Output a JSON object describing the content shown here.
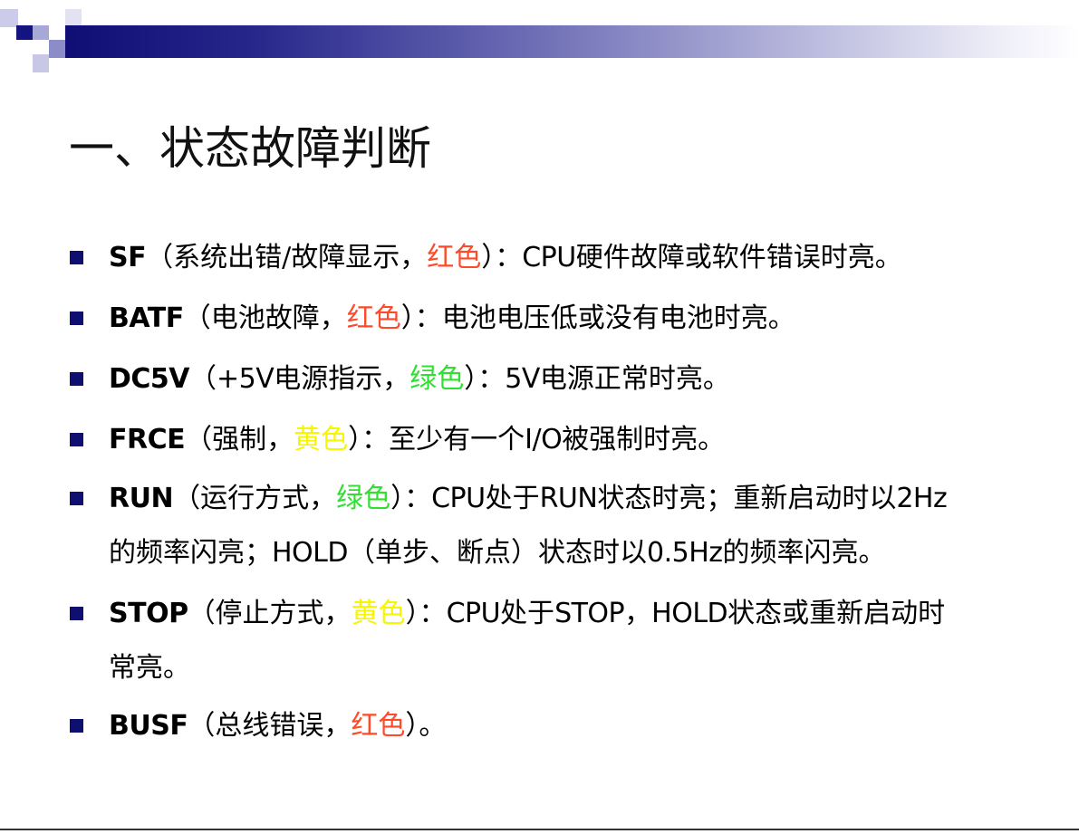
{
  "slide": {
    "title": "一、状态故障判断",
    "items": [
      {
        "code": "SF",
        "desc_open": "（系统出错/故障显示，",
        "color_label": "红色",
        "color": "#ff4a2a",
        "desc_close": "）：",
        "text_a": "CPU",
        "text_b": "硬件故障或软件错误时亮。"
      },
      {
        "code": "BATF",
        "desc_open": "（电池故障，",
        "color_label": "红色",
        "color": "#ff4a2a",
        "desc_close": "）：",
        "text_b": "电池电压低或没有电池时亮。"
      },
      {
        "code": "DC5V",
        "desc_open_a": "（",
        "desc_open_lat": "+5V",
        "desc_open_b": "电源指示，",
        "color_label": "绿色",
        "color": "#30e030",
        "desc_close": "）：",
        "text_a": "5V",
        "text_b": "电源正常时亮。"
      },
      {
        "code": "FRCE",
        "desc_open": "（强制，",
        "color_label": "黄色",
        "color": "#f6f600",
        "desc_close": "）：",
        "text_b1": "至少有一个",
        "text_lat": "I/O",
        "text_b2": "被强制时亮。"
      },
      {
        "code": "RUN",
        "desc_open": "（运行方式，",
        "color_label": "绿色",
        "color": "#30e030",
        "desc_close": "）：",
        "l1_a": "CPU",
        "l1_b": "处于",
        "l1_c": "RUN",
        "l1_d": "状态时亮；重新启动时以",
        "l1_e": "2Hz",
        "l2_a": "的频率闪亮；",
        "l2_b": "HOLD",
        "l2_c": "（单步、断点）状态时以",
        "l2_d": "0.5Hz",
        "l2_e": "的频率闪亮。"
      },
      {
        "code": "STOP",
        "desc_open": "（停止方式，",
        "color_label": "黄色",
        "color": "#f6f600",
        "desc_close": "）：",
        "l1_a": "CPU",
        "l1_b": "处于",
        "l1_c": "STOP",
        "l1_d": "，",
        "l1_e": "HOLD",
        "l1_f": "状态或重新启动时",
        "l2_a": "常亮。"
      },
      {
        "code": "BUSF",
        "desc_open": "（总线错误，",
        "color_label": "红色",
        "color": "#ff4a2a",
        "desc_close": "）。"
      }
    ]
  }
}
